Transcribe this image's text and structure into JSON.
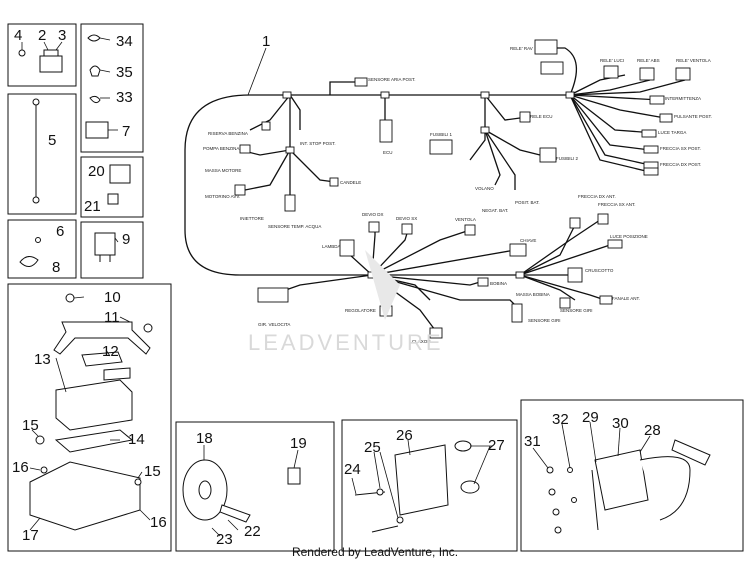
{
  "part_numbers": [
    "1",
    "2",
    "3",
    "4",
    "5",
    "6",
    "7",
    "8",
    "9",
    "10",
    "11",
    "12",
    "13",
    "14",
    "15",
    "15",
    "16",
    "16",
    "17",
    "18",
    "19",
    "20",
    "21",
    "22",
    "23",
    "24",
    "25",
    "26",
    "27",
    "28",
    "29",
    "30",
    "31",
    "32",
    "33",
    "34",
    "35"
  ],
  "connector_labels": [
    "SENSORE ARIA POST.",
    "RELE' RAV",
    "RELE' LUCI",
    "RELE' ABS",
    "RELE' VENTOLA",
    "INTERMITTENZA",
    "PULSANTE POST.",
    "LUCE TARGA",
    "FRECCIA SX POST.",
    "FRECCIA DX POST.",
    "RISERVA BENZINA",
    "POMPA BENZINA",
    "INT. STOP POST.",
    "ECU",
    "FUSIBILI 1",
    "FUSIBILI 2",
    "RELE ECU",
    "MASSA MOTORE",
    "MOTORINO AVV.",
    "CANDELE",
    "INIETTORE",
    "SENSORE TEMP. ACQUA",
    "VOLANO",
    "NEGAT. BAT.",
    "POSIT. BAT.",
    "DEVIO DX",
    "DEVIO SX",
    "VENTOLA",
    "CRUSCOTTO",
    "FRECCIA DX ANT.",
    "FRECCIA SX ANT.",
    "LUCE POSIZIONE",
    "CHIAVE",
    "LAMBDA",
    "REGOLATORE",
    "CLAXON",
    "BOBINA",
    "MASSA BOBINA",
    "SENSORE GIRI",
    "FANALE ANT.",
    "GIR. VELOCITA",
    "SENSORE GIRI"
  ],
  "watermark": "LEADVENTURE",
  "footer": "Rendered by LeadVenture, Inc."
}
